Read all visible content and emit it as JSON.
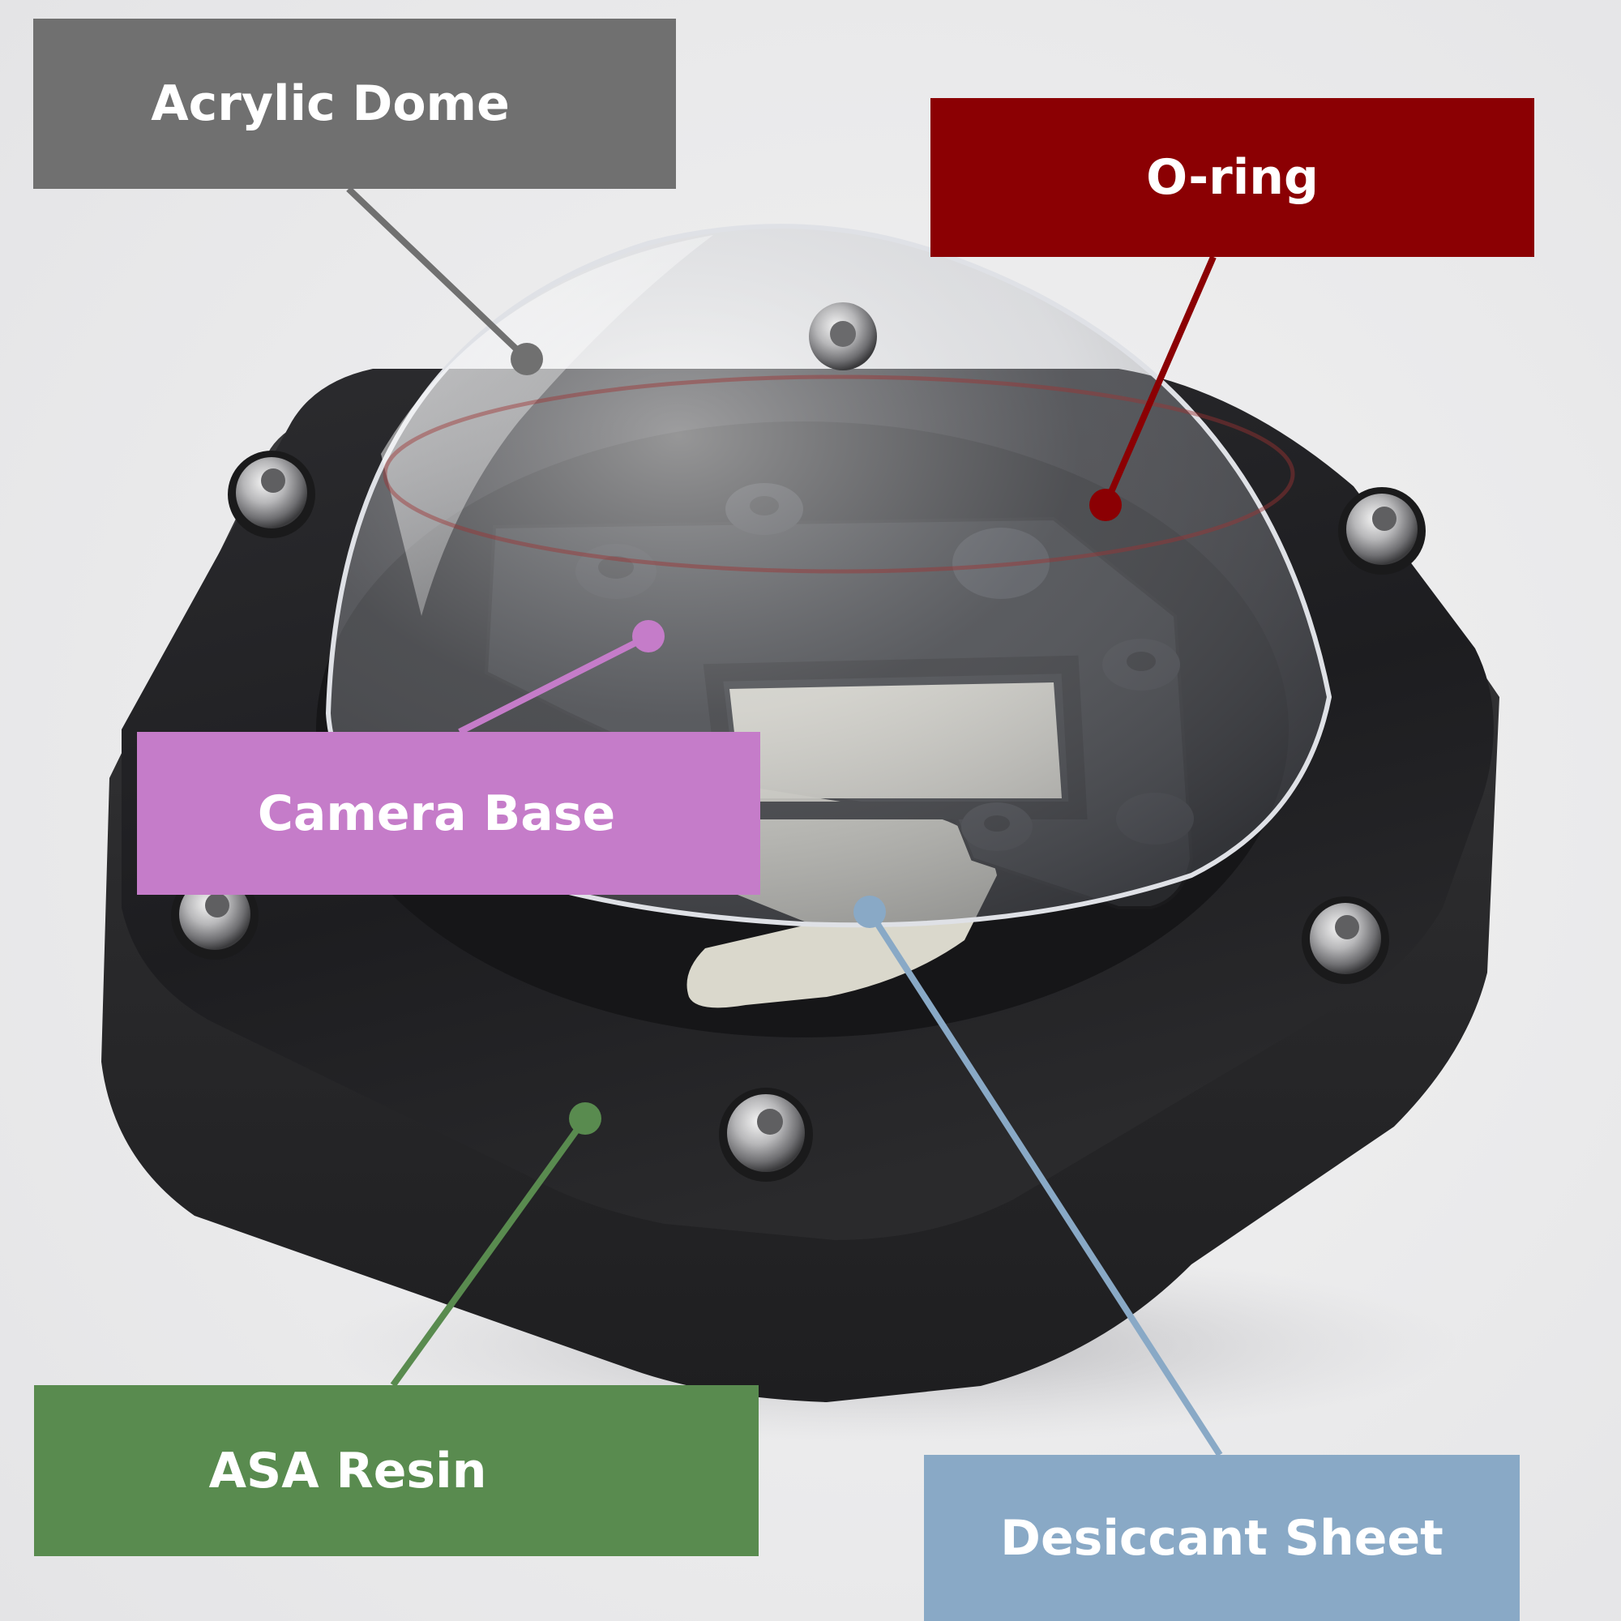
{
  "labels": {
    "acrylic_dome": "Acrylic Dome",
    "o_ring": "O-ring",
    "camera_base": "Camera Base",
    "asa_resin": "ASA Resin",
    "desiccant_sheet": "Desiccant Sheet"
  },
  "colors": {
    "acrylic_dome": "#707070",
    "o_ring": "#8b0003",
    "camera_base": "#c57cc9",
    "asa_resin": "#598b4f",
    "desiccant_sheet": "#89a9c6",
    "housing": "#2b2b2d",
    "desiccant": "#ece9dc"
  }
}
